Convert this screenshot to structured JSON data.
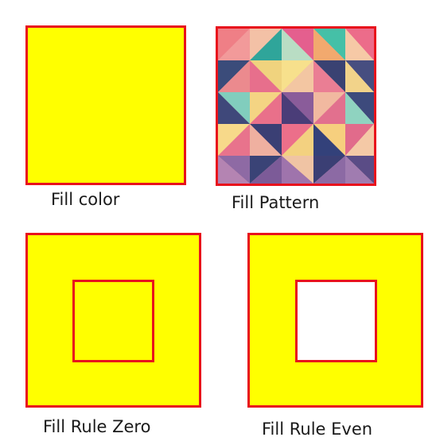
{
  "colors": {
    "fill": "#ffff00",
    "stroke": "#e8121c",
    "hole": "#ffffff"
  },
  "panels": [
    {
      "id": "fill-color",
      "caption": "Fill color"
    },
    {
      "id": "fill-pattern",
      "caption": "Fill Pattern"
    },
    {
      "id": "fill-rule-zero",
      "caption": "Fill Rule Zero"
    },
    {
      "id": "fill-rule-even",
      "caption": "Fill Rule Even"
    }
  ]
}
